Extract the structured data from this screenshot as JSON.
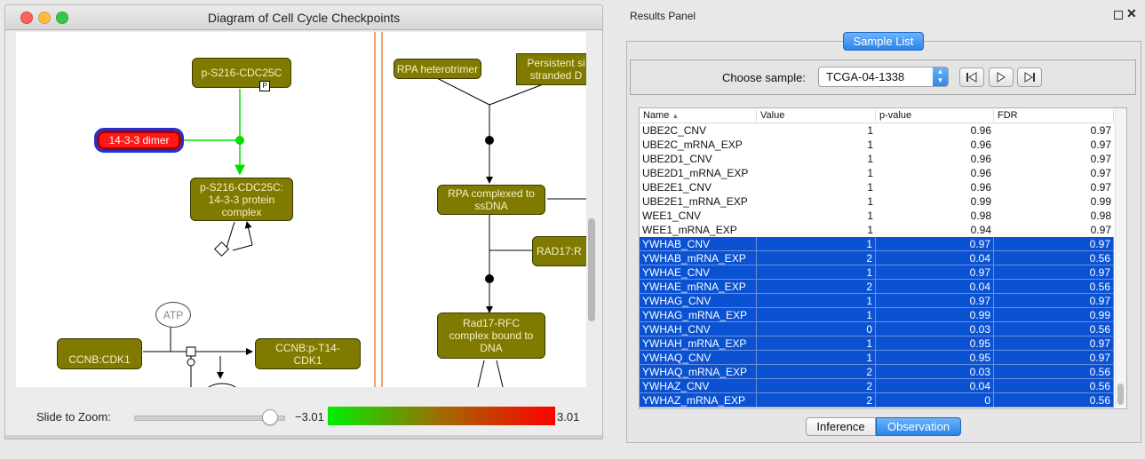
{
  "diagram_window": {
    "title": "Diagram of Cell Cycle Checkpoints",
    "nodes": {
      "p_s216_cdc25c": "p-S216-CDC25C",
      "p_marker": "P",
      "dimer": "14-3-3 dimer",
      "complex_line1": "p-S216-CDC25C:",
      "complex_line2": "14-3-3 protein",
      "complex_line3": "complex",
      "atp": "ATP",
      "ccnb_cdk1": "CCNB:CDK1",
      "ccnb_p_line1": "CCNB:p-T14-",
      "ccnb_p_line2": "CDK1",
      "rpa_heterotrimer": "RPA heterotrimer",
      "persistent_line1": "Persistent si",
      "persistent_line2": "stranded D",
      "rpa_complex_line1": "RPA complexed to",
      "rpa_complex_line2": "ssDNA",
      "rad17": "RAD17:R",
      "rad17_rfc_line1": "Rad17-RFC",
      "rad17_rfc_line2": "complex bound to",
      "rad17_rfc_line3": "DNA"
    },
    "zoom_label": "Slide to Zoom:",
    "zoom_level": 0.9,
    "legend": {
      "min": "−3.01",
      "max": "3.01",
      "colors": [
        "#00f000",
        "#a06a00",
        "#ff0000"
      ]
    }
  },
  "results_panel": {
    "title": "Results Panel",
    "tab_sample_list": "Sample List",
    "choose_label": "Choose sample:",
    "selected_sample": "TCGA-04-1338",
    "columns": [
      "Name",
      "Value",
      "p-value",
      "FDR"
    ],
    "rows": [
      {
        "name": "UBE2C_CNV",
        "value": "1",
        "p": "0.96",
        "fdr": "0.97",
        "selected": false
      },
      {
        "name": "UBE2C_mRNA_EXP",
        "value": "1",
        "p": "0.96",
        "fdr": "0.97",
        "selected": false
      },
      {
        "name": "UBE2D1_CNV",
        "value": "1",
        "p": "0.96",
        "fdr": "0.97",
        "selected": false
      },
      {
        "name": "UBE2D1_mRNA_EXP",
        "value": "1",
        "p": "0.96",
        "fdr": "0.97",
        "selected": false
      },
      {
        "name": "UBE2E1_CNV",
        "value": "1",
        "p": "0.96",
        "fdr": "0.97",
        "selected": false
      },
      {
        "name": "UBE2E1_mRNA_EXP",
        "value": "1",
        "p": "0.99",
        "fdr": "0.99",
        "selected": false
      },
      {
        "name": "WEE1_CNV",
        "value": "1",
        "p": "0.98",
        "fdr": "0.98",
        "selected": false
      },
      {
        "name": "WEE1_mRNA_EXP",
        "value": "1",
        "p": "0.94",
        "fdr": "0.97",
        "selected": false
      },
      {
        "name": "YWHAB_CNV",
        "value": "1",
        "p": "0.97",
        "fdr": "0.97",
        "selected": true
      },
      {
        "name": "YWHAB_mRNA_EXP",
        "value": "2",
        "p": "0.04",
        "fdr": "0.56",
        "selected": true
      },
      {
        "name": "YWHAE_CNV",
        "value": "1",
        "p": "0.97",
        "fdr": "0.97",
        "selected": true
      },
      {
        "name": "YWHAE_mRNA_EXP",
        "value": "2",
        "p": "0.04",
        "fdr": "0.56",
        "selected": true
      },
      {
        "name": "YWHAG_CNV",
        "value": "1",
        "p": "0.97",
        "fdr": "0.97",
        "selected": true
      },
      {
        "name": "YWHAG_mRNA_EXP",
        "value": "1",
        "p": "0.99",
        "fdr": "0.99",
        "selected": true
      },
      {
        "name": "YWHAH_CNV",
        "value": "0",
        "p": "0.03",
        "fdr": "0.56",
        "selected": true
      },
      {
        "name": "YWHAH_mRNA_EXP",
        "value": "1",
        "p": "0.95",
        "fdr": "0.97",
        "selected": true
      },
      {
        "name": "YWHAQ_CNV",
        "value": "1",
        "p": "0.95",
        "fdr": "0.97",
        "selected": true
      },
      {
        "name": "YWHAQ_mRNA_EXP",
        "value": "2",
        "p": "0.03",
        "fdr": "0.56",
        "selected": true
      },
      {
        "name": "YWHAZ_CNV",
        "value": "2",
        "p": "0.04",
        "fdr": "0.56",
        "selected": true
      },
      {
        "name": "YWHAZ_mRNA_EXP",
        "value": "2",
        "p": "0",
        "fdr": "0.56",
        "selected": true
      }
    ],
    "tab_inference": "Inference",
    "tab_observation": "Observation",
    "selection_color": "#0b52d2"
  }
}
